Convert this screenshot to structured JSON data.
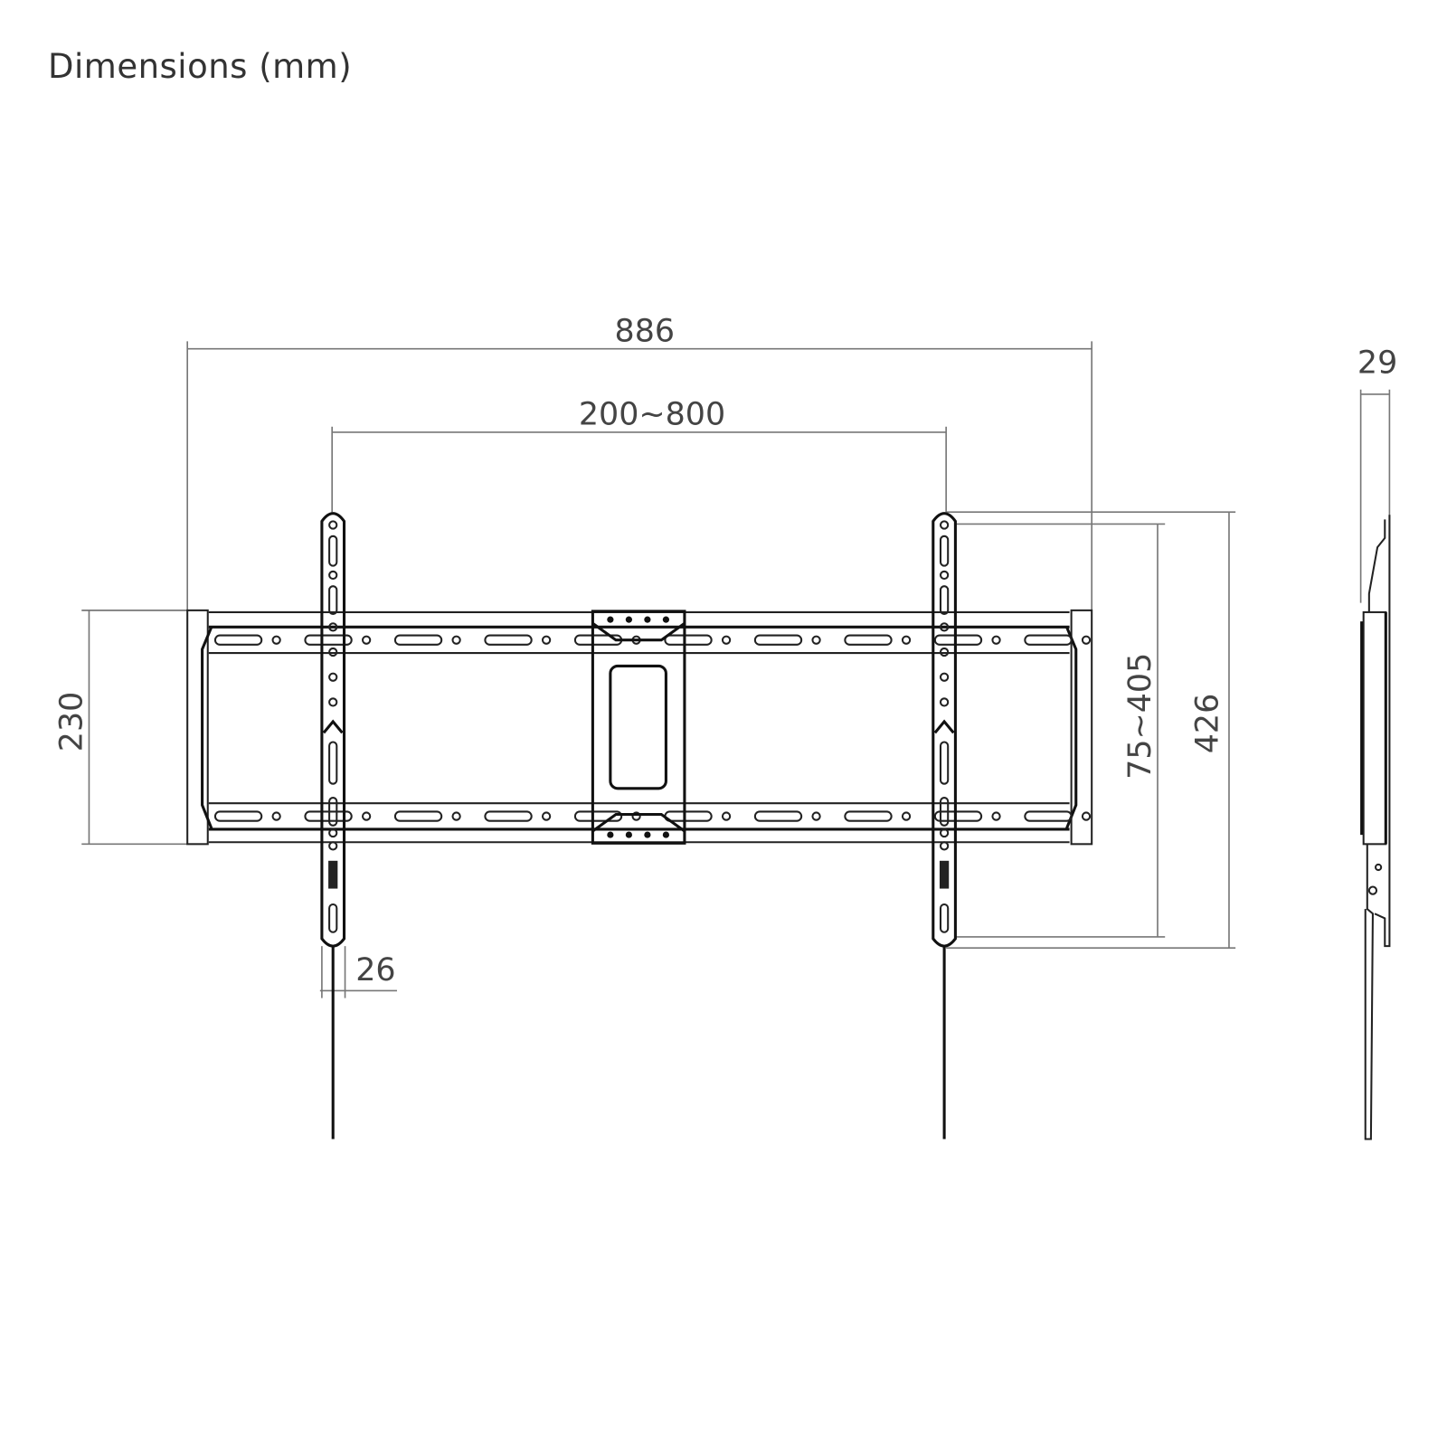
{
  "title": "Dimensions (mm)",
  "dimensions": {
    "overall_width": "886",
    "vesa_width": "200~800",
    "frame_height": "230",
    "vesa_height": "75~405",
    "overall_height": "426",
    "arm_width": "26",
    "depth": "29"
  },
  "colors": {
    "line": "#111111",
    "dim_line": "#777777",
    "text": "#444444"
  }
}
